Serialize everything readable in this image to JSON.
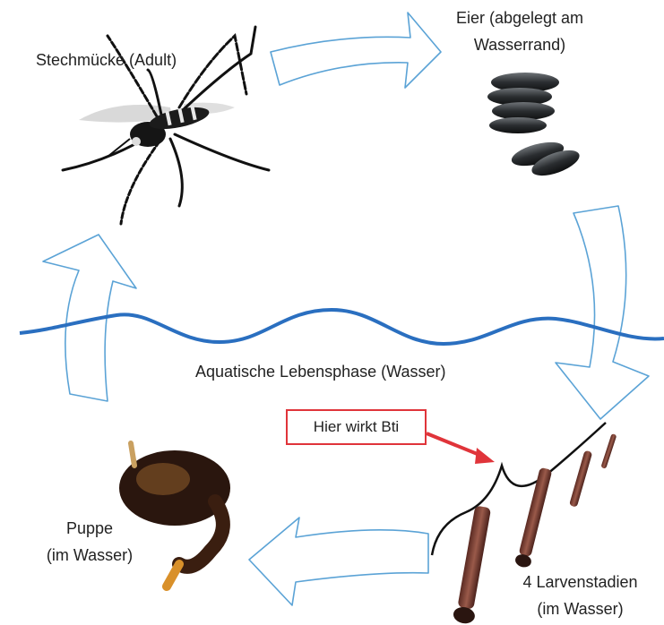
{
  "labels": {
    "adult": "Stechmücke (Adult)",
    "eggs_line1": "Eier (abgelegt am",
    "eggs_line2": "Wasserrand)",
    "aquatic": "Aquatische Lebensphase (Wasser)",
    "callout": "Hier wirkt Bti",
    "pupa_line1": "Puppe",
    "pupa_line2": "(im Wasser)",
    "larvae_line1": "4 Larvenstadien",
    "larvae_line2": "(im Wasser)"
  },
  "colors": {
    "arrow_stroke": "#5ba3d6",
    "water_line": "#2a6fc0",
    "callout_border": "#e0343a",
    "text": "#222222"
  },
  "icons": [
    "mosquito-adult-illustration",
    "egg-cluster-illustration",
    "larva-illustration",
    "pupa-illustration"
  ]
}
